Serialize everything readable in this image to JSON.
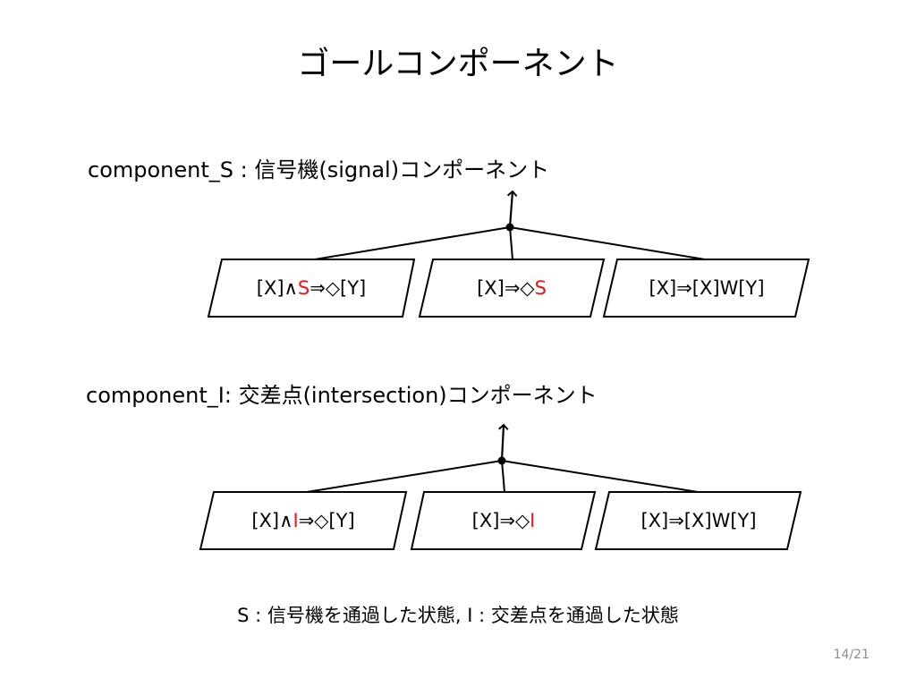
{
  "title": "ゴールコンポーネント",
  "components": [
    {
      "heading": "component_S : 信号機(signal)コンポーネント",
      "goals": [
        {
          "pre": "[X]∧",
          "hl": "S",
          "post": "⇒◇[Y]"
        },
        {
          "pre": "[X]⇒◇",
          "hl": "S",
          "post": ""
        },
        {
          "pre": "[X]⇒[X]W[Y]",
          "hl": "",
          "post": ""
        }
      ]
    },
    {
      "heading": "component_I: 交差点(intersection)コンポーネント",
      "goals": [
        {
          "pre": "[X]∧",
          "hl": "I",
          "post": "⇒◇[Y]"
        },
        {
          "pre": "[X]⇒◇",
          "hl": "I",
          "post": ""
        },
        {
          "pre": "[X]⇒[X]W[Y]",
          "hl": "",
          "post": ""
        }
      ]
    }
  ],
  "footnote": "S : 信号機を通過した状態,  I : 交差点を通過した状態",
  "page_number": "14/21",
  "colors": {
    "highlight": "#e8161b",
    "stroke": "#000000",
    "page_number": "#8c8c8c"
  }
}
